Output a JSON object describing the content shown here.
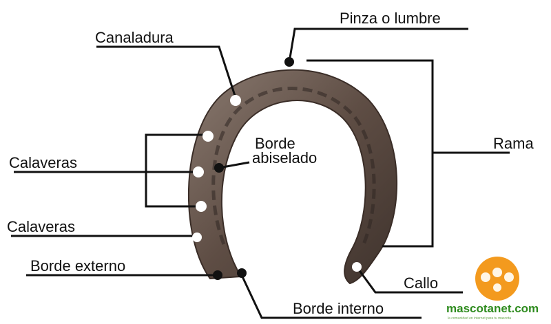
{
  "labels": {
    "pinza": "Pinza o lumbre",
    "canaladura": "Canaladura",
    "rama": "Rama",
    "borde_abiselado_1": "Borde",
    "borde_abiselado_2": "abiselado",
    "calaveras_1": "Calaveras",
    "calaveras_2": "Calaveras",
    "borde_externo": "Borde externo",
    "callo": "Callo",
    "borde_interno": "Borde interno"
  },
  "logo": {
    "name": "mascotanet.com",
    "tagline": "la comunidad en internet para tu mascota"
  },
  "colors": {
    "leader": "#111111",
    "marker_black": "#111111",
    "marker_white": "#ffffff",
    "horseshoe": "#6b5a50",
    "logo_orange": "#f39a1e",
    "logo_green": "#2e8b1e"
  }
}
